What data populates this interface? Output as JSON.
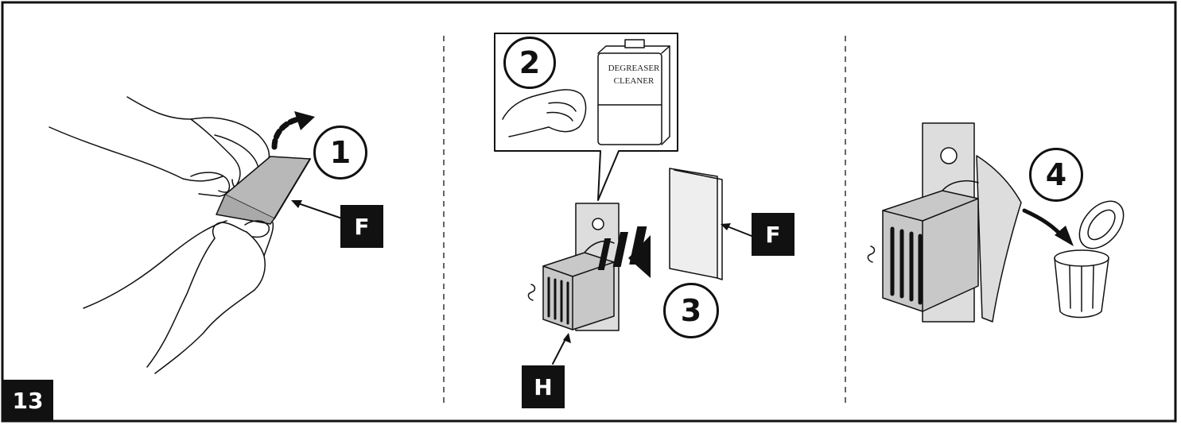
{
  "figure_number": "13",
  "steps": [
    {
      "number": "1"
    },
    {
      "number": "2"
    },
    {
      "number": "3"
    },
    {
      "number": "4"
    }
  ],
  "part_labels": {
    "filter_panel1": "F",
    "filter_panel2": "F",
    "housing_panel2": "H"
  },
  "cleaner_can": {
    "line1": "DEGREASER",
    "line2": "CLEANER"
  },
  "colors": {
    "ink": "#111111",
    "filter_gray": "#b8b8b8",
    "housing_gray": "#c8c8c8",
    "label_bg": "#111111",
    "label_text": "#ffffff"
  }
}
